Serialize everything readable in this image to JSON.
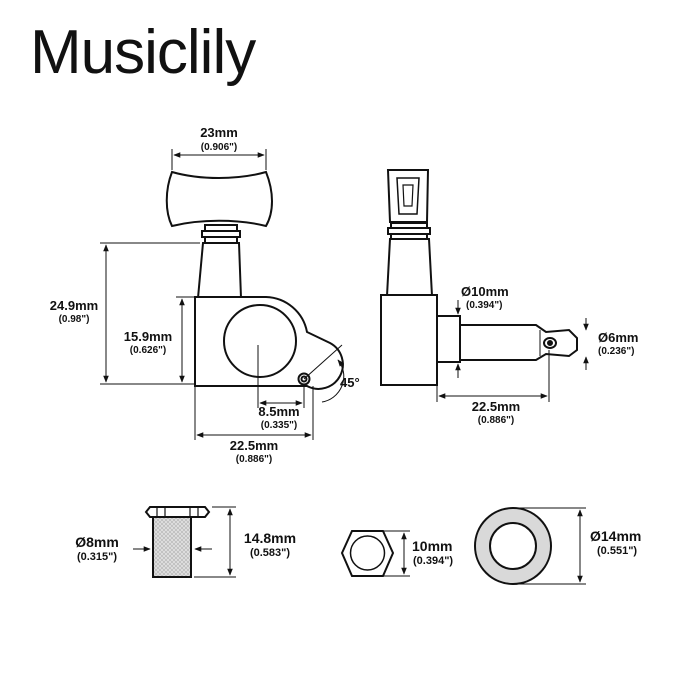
{
  "brand": "Musiclily",
  "dimensions": {
    "button_width": {
      "main": "23mm",
      "sub": "(0.906\")"
    },
    "total_height": {
      "main": "24.9mm",
      "sub": "(0.98\")"
    },
    "housing_height": {
      "main": "15.9mm",
      "sub": "(0.626\")"
    },
    "hole_offset": {
      "main": "8.5mm",
      "sub": "(0.335\")"
    },
    "housing_length": {
      "main": "22.5mm",
      "sub": "(0.886\")"
    },
    "screw_angle": {
      "main": "45°"
    },
    "post_base_diameter": {
      "main": "Ø10mm",
      "sub": "(0.394\")"
    },
    "post_diameter": {
      "main": "Ø6mm",
      "sub": "(0.236\")"
    },
    "post_length": {
      "main": "22.5mm",
      "sub": "(0.886\")"
    },
    "bushing_diameter": {
      "main": "Ø8mm",
      "sub": "(0.315\")"
    },
    "bushing_height": {
      "main": "14.8mm",
      "sub": "(0.583\")"
    },
    "nut_size": {
      "main": "10mm",
      "sub": "(0.394\")"
    },
    "washer_diameter": {
      "main": "Ø14mm",
      "sub": "(0.551\")"
    }
  },
  "colors": {
    "line": "#111111",
    "knurl": "#c8c8c8",
    "washer": "#d9d9d9"
  }
}
